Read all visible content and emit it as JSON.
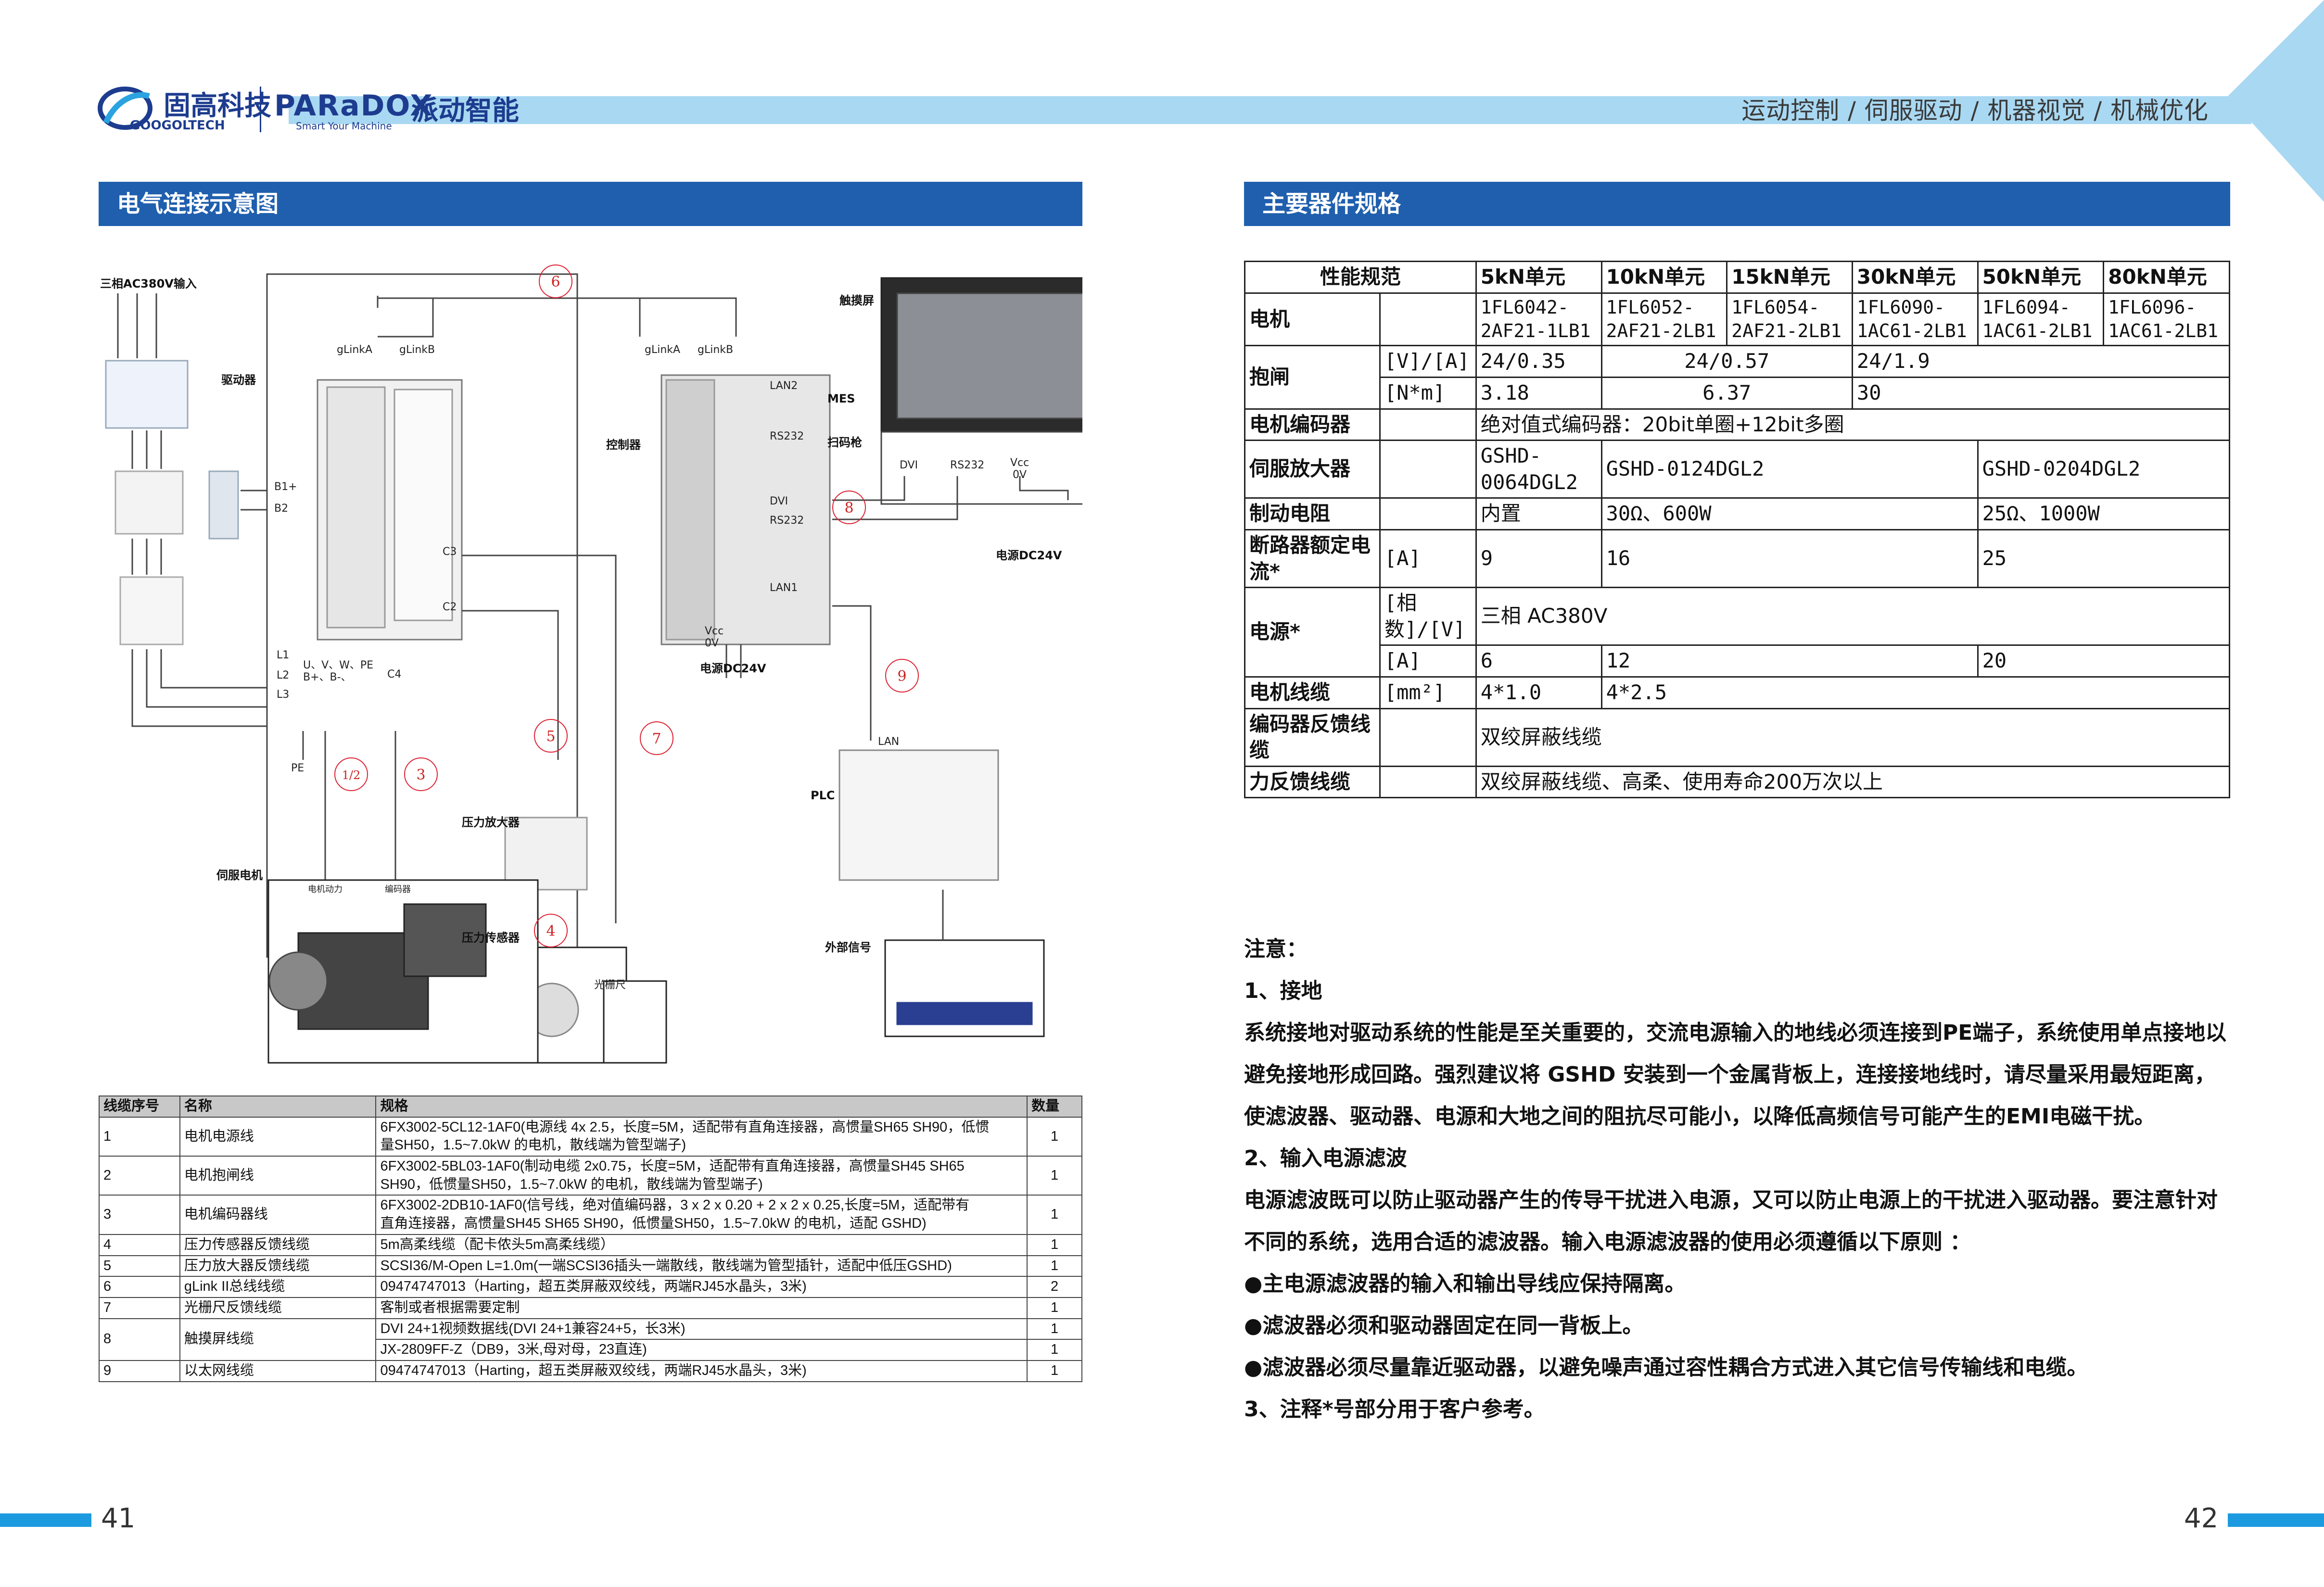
{
  "header": {
    "logo_googol_cn": "固高科技",
    "logo_googol_en": "GOOGOLTECH",
    "logo_paradox": "PARaDOX",
    "logo_paradox_tag": "Smart Your Machine",
    "logo_paradox_cn": "派动智能",
    "tagline": "运动控制 / 伺服驱动 / 机器视觉 / 机械优化"
  },
  "left": {
    "section_title": "电气连接示意图",
    "diagram": {
      "input_label": "三相AC380V输入",
      "driver_label": "驱动器",
      "touchscreen_label": "触摸屏",
      "controller_label": "控制器",
      "plc_label": "PLC",
      "amp_label": "压力放大器",
      "sensor_label": "压力传感器",
      "servo_label": "伺服电机",
      "ext_label": "外部信号",
      "grating_label": "光栅尺",
      "mes": "MES",
      "scan": "扫码枪",
      "power_dc_1": "电源DC24V",
      "power_dc_2": "电源DC24V",
      "glinkA_1": "gLinkA",
      "glinkB_1": "gLinkB",
      "glinkA_2": "gLinkA",
      "glinkB_2": "gLinkB",
      "lan2": "LAN2",
      "rs232_1": "RS232",
      "dvi_1": "DVI",
      "rs232_2": "RS232",
      "lan1": "LAN1",
      "lan": "LAN",
      "dvi_2": "DVI",
      "rs232_3": "RS232",
      "vcc_1": "Vcc",
      "zero_1": "0V",
      "vcc_2": "Vcc",
      "zero_2": "0V",
      "b1": "B1+",
      "b2": "B2",
      "l1": "L1",
      "l2": "L2",
      "l3": "L3",
      "uvw": "U、V、W、PE",
      "bb": "B+、B-、",
      "c4": "C4",
      "c3": "C3",
      "c2": "C2",
      "pe": "PE",
      "motor_power": "电机动力",
      "encoder": "编码器",
      "circles": [
        "6",
        "8",
        "9",
        "5",
        "7",
        "1/2",
        "3",
        "4"
      ]
    },
    "cable_table": {
      "headers": [
        "线缆序号",
        "名称",
        "规格",
        "数量"
      ],
      "rows": [
        {
          "no": "1",
          "name": "电机电源线",
          "spec": [
            "6FX3002-5CL12-1AF0(电源线 4x 2.5，长度=5M，适配带有直角连接器，高惯量SH65 SH90，低惯",
            "量SH50，1.5~7.0kW 的电机，散线端为管型端子)"
          ],
          "qty": [
            "1"
          ]
        },
        {
          "no": "2",
          "name": "电机抱闸线",
          "spec": [
            "6FX3002-5BL03-1AF0(制动电缆 2x0.75，长度=5M，适配带有直角连接器，高惯量SH45 SH65",
            "SH90，低惯量SH50，1.5~7.0kW 的电机，散线端为管型端子)"
          ],
          "qty": [
            "1"
          ]
        },
        {
          "no": "3",
          "name": "电机编码器线",
          "spec": [
            "6FX3002-2DB10-1AF0(信号线，绝对值编码器，3 x 2 x 0.20 + 2 x 2 x 0.25,长度=5M，适配带有",
            "直角连接器，高惯量SH45 SH65 SH90，低惯量SH50，1.5~7.0kW 的电机，适配 GSHD)"
          ],
          "qty": [
            "1"
          ]
        },
        {
          "no": "4",
          "name": "压力传感器反馈线缆",
          "spec": [
            "5m高柔线缆（配卡侬头5m高柔线缆）"
          ],
          "qty": [
            "1"
          ]
        },
        {
          "no": "5",
          "name": "压力放大器反馈线缆",
          "spec": [
            "SCSI36/M-Open L=1.0m(一端SCSI36插头一端散线，散线端为管型插针，适配中低压GSHD)"
          ],
          "qty": [
            "1"
          ]
        },
        {
          "no": "6",
          "name": "gLink II总线线缆",
          "spec": [
            "09474747013（Harting，超五类屏蔽双绞线，两端RJ45水晶头，3米)"
          ],
          "qty": [
            "2"
          ]
        },
        {
          "no": "7",
          "name": "光栅尺反馈线缆",
          "spec": [
            "客制或者根据需要定制"
          ],
          "qty": [
            "1"
          ]
        },
        {
          "no": "8",
          "name": "触摸屏线缆",
          "spec": [
            "DVI 24+1视频数据线(DVI 24+1兼容24+5，长3米)",
            "JX-2809FF-Z（DB9，3米,母对母，23直连)"
          ],
          "qty": [
            "1",
            "1"
          ]
        },
        {
          "no": "9",
          "name": "以太网线缆",
          "spec": [
            "09474747013（Harting，超五类屏蔽双绞线，两端RJ45水晶头，3米)"
          ],
          "qty": [
            "1"
          ]
        }
      ]
    },
    "page_number": "41"
  },
  "right": {
    "section_title": "主要器件规格",
    "spec_table": {
      "header": [
        "性能规范",
        "5kN单元",
        "10kN单元",
        "15kN单元",
        "30kN单元",
        "50kN单元",
        "80kN单元"
      ],
      "motor_label": "电机",
      "motor_models": [
        "1FL6042-2AF21-1LB1",
        "1FL6052-2AF21-2LB1",
        "1FL6054-2AF21-2LB1",
        "1FL6090-1AC61-2LB1",
        "1FL6094-1AC61-2LB1",
        "1FL6096-1AC61-2LB1"
      ],
      "brake_label": "抱闸",
      "brake_unit_v": "[V]/[A]",
      "brake_v": [
        "24/0.35",
        "24/0.57",
        "24/1.9"
      ],
      "brake_unit_n": "[N*m]",
      "brake_n": [
        "3.18",
        "6.37",
        "30"
      ],
      "encoder_label": "电机编码器",
      "encoder_value": "绝对值式编码器：20bit单圈+12bit多圈",
      "amp_label": "伺服放大器",
      "amp_values": [
        "GSHD-0064DGL2",
        "GSHD-0124DGL2",
        "GSHD-0204DGL2"
      ],
      "resistor_label": "制动电阻",
      "resistor_values": [
        "内置",
        "30Ω、600W",
        "25Ω、1000W"
      ],
      "breaker_label": "断路器额定电流*",
      "breaker_unit": "[A]",
      "breaker_values": [
        "9",
        "16",
        "25"
      ],
      "power_label": "电源*",
      "power_unit_phase": "[相数]/[V]",
      "power_phase_value": "三相 AC380V",
      "power_unit_a": "[A]",
      "power_a_values": [
        "6",
        "12",
        "20"
      ],
      "cable_label": "电机线缆",
      "cable_unit": "[mm²]",
      "cable_values": [
        "4*1.0",
        "4*2.5"
      ],
      "enc_cable_label": "编码器反馈线缆",
      "enc_cable_value": "双绞屏蔽线缆",
      "force_cable_label": "力反馈线缆",
      "force_cable_value": "双绞屏蔽线缆、高柔、使用寿命200万次以上"
    },
    "notes": {
      "title": "注意：",
      "h1": "1、接地",
      "p1": "系统接地对驱动系统的性能是至关重要的，交流电源输入的地线必须连接到PE端子，系统使用单点接地以避免接地形成回路。强烈建议将 GSHD 安装到一个金属背板上，连接接地线时，请尽量采用最短距离，使滤波器、驱动器、电源和大地之间的阻抗尽可能小，以降低高频信号可能产生的EMI电磁干扰。",
      "h2": "2、输入电源滤波",
      "p2": "电源滤波既可以防止驱动器产生的传导干扰进入电源，又可以防止电源上的干扰进入驱动器。要注意针对不同的系统，选用合适的滤波器。输入电源滤波器的使用必须遵循以下原则 ：",
      "b1": "●主电源滤波器的输入和输出导线应保持隔离。",
      "b2": "●滤波器必须和驱动器固定在同一背板上。",
      "b3": "●滤波器必须尽量靠近驱动器，以避免噪声通过容性耦合方式进入其它信号传输线和电缆。",
      "h3": "3、注释*号部分用于客户参考。"
    },
    "page_number": "42"
  }
}
